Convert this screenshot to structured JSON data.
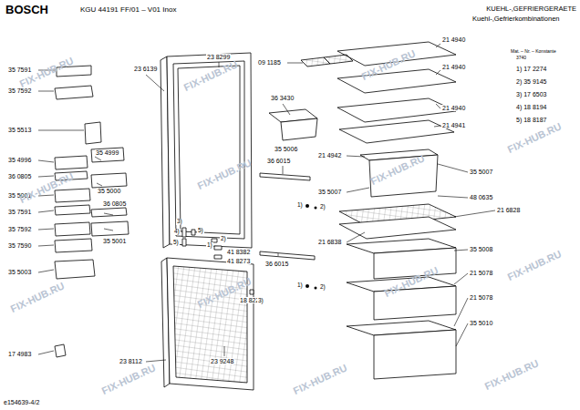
{
  "diagram": {
    "labels": [
      "BOSCH",
      "KGU 44191 FF/01 – V01 Inox",
      "KUEHL-,GEFRIERGERAETE",
      "Kuehl-,Gefrierkombinationen",
      "Mat. – Nr. – Konstante",
      "3740",
      "1) 17 2274",
      "2) 35 9145",
      "3) 17 6503",
      "4) 18 8194",
      "5) 18 8187",
      "35 7591",
      "35 7592",
      "35 5513",
      "35 4996",
      "35 4999",
      "36 0805",
      "35 5000",
      "35 5001",
      "35 7591",
      "36 0805",
      "35 7592",
      "35 5001",
      "35 7590",
      "35 5003",
      "17 4983",
      "23 6139",
      "23 8299",
      "09 1185",
      "36 3430",
      "35 5006",
      "36 6015",
      "36 6015",
      "41 8382",
      "41 8273",
      "18 8220",
      "23 9248",
      "23 8112",
      "3)",
      "4)",
      "5)",
      "5)",
      "2)",
      "1)",
      "3)",
      "1)",
      "2)",
      "1)",
      "2)",
      "21 4940",
      "21 4940",
      "21 4940",
      "21 4941",
      "21 4942",
      "35 5007",
      "35 5007",
      "48 0635",
      "21 6828",
      "21 6838",
      "35 5008",
      "21 5078",
      "21 5078",
      "35 5010",
      "e154639-4/2",
      "FIX-HUB.RU",
      "FIX-HUB.RU",
      "FIX-HUB.RU",
      "FIX-HUB.RU",
      "FIX-HUB.RU",
      "FIX-HUB.RU",
      "FIX-HUB.RU",
      "FIX-HUB.RU",
      "FIX-HUB.RU",
      "FIX-HUB.RU",
      "FIX-HUB.RU",
      "FIX-HUB.RU",
      "FIX-HUB.RU",
      "FIX-HUB.RU"
    ]
  }
}
